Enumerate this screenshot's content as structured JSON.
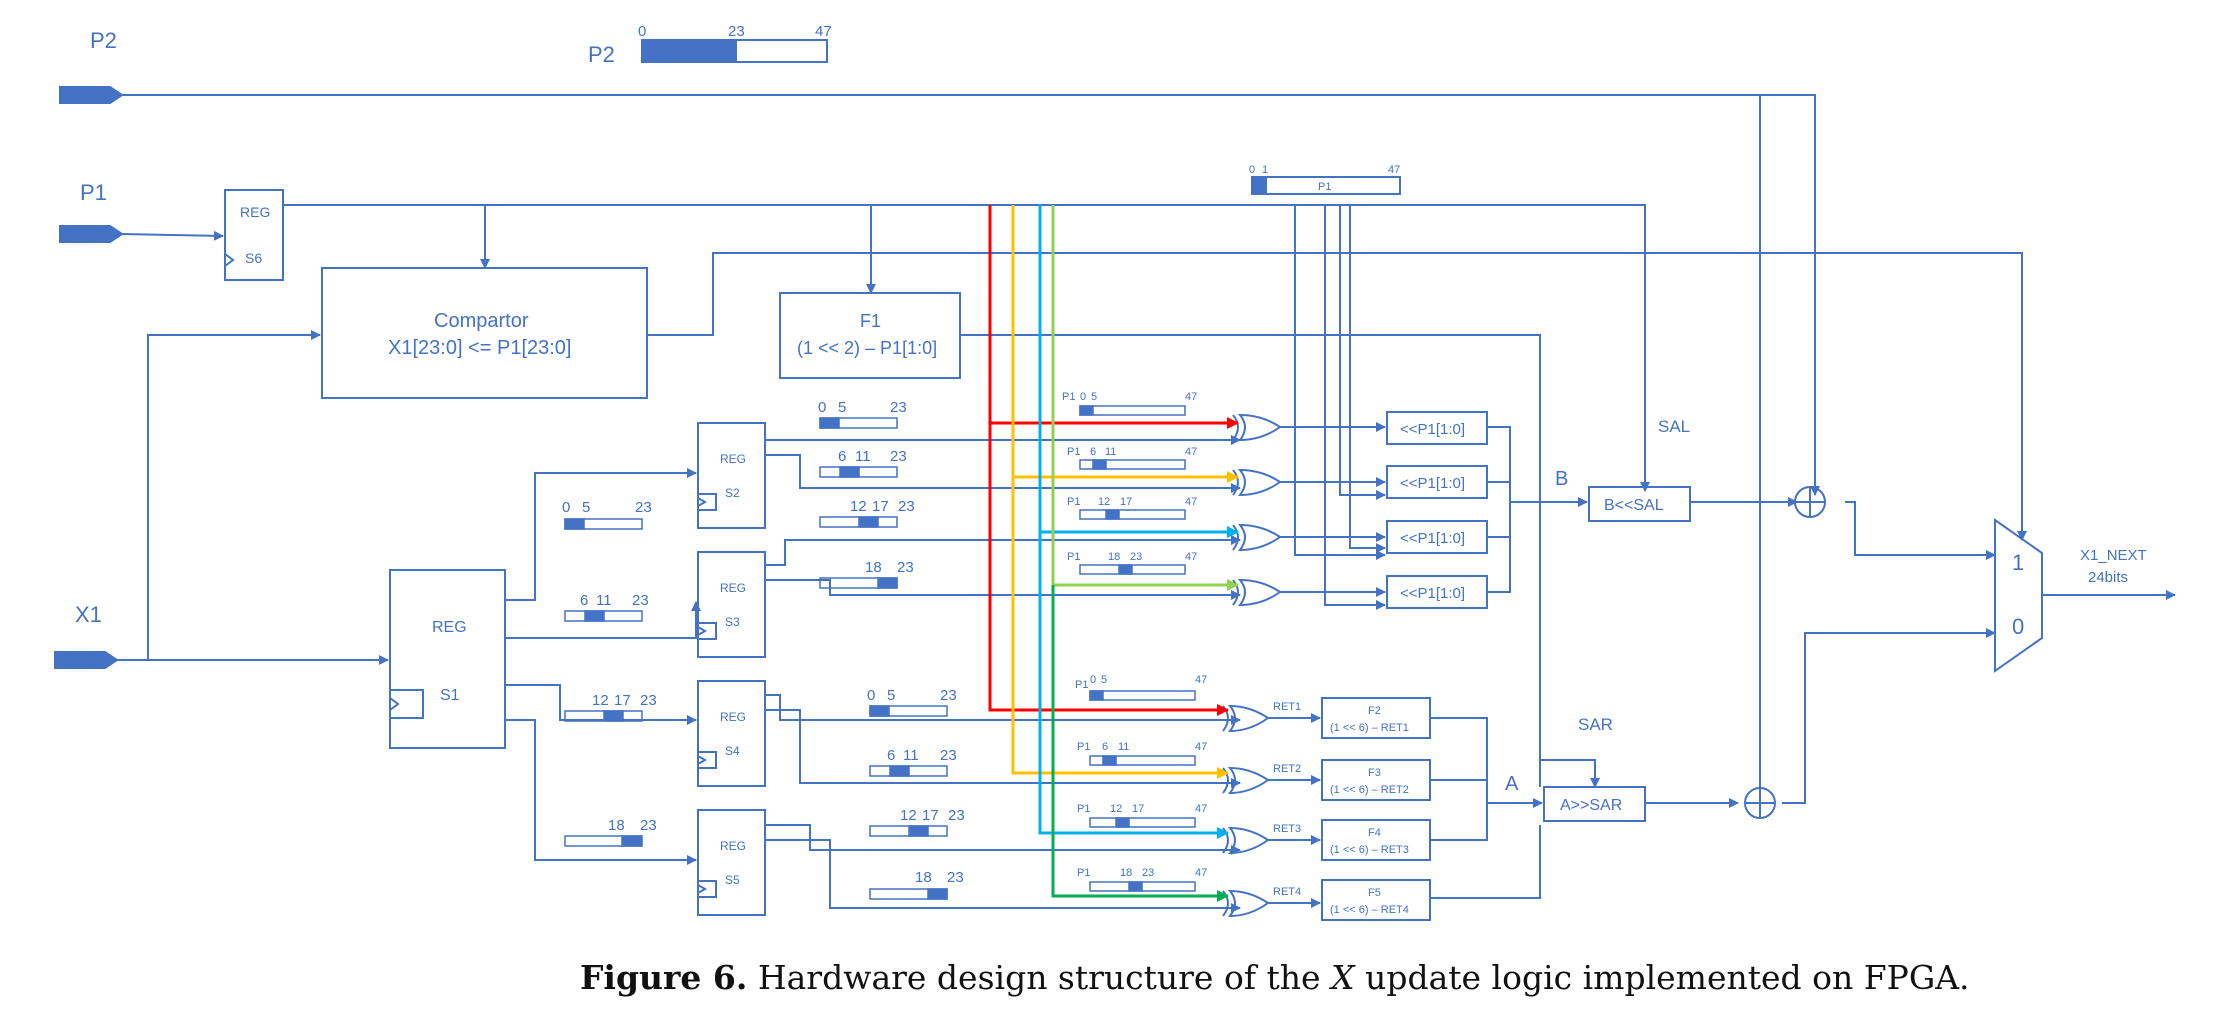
{
  "inputs": {
    "p2": "P2",
    "p1": "P1",
    "x1": "X1"
  },
  "regs": {
    "reg_label": "REG",
    "s6": "S6",
    "s1": "S1",
    "s2": "S2",
    "s3": "S3",
    "s4": "S4",
    "s5": "S5"
  },
  "comparator": {
    "line1": "Compartor",
    "line2": "X1[23:0] <= P1[23:0]"
  },
  "f1": {
    "line1": "F1",
    "line2": "(1 << 2) – P1[1:0]"
  },
  "p2_bus": {
    "label": "P2",
    "b0": "0",
    "b1": "23",
    "b2": "47"
  },
  "p1_bus": {
    "b0": "0",
    "b1": "1",
    "b2": "47",
    "label": "P1"
  },
  "bits": {
    "b0": "0",
    "b5": "5",
    "b6": "6",
    "b11": "11",
    "b12": "12",
    "b17": "17",
    "b18": "18",
    "b23": "23",
    "b47": "47",
    "p1": "P1"
  },
  "shift_left": "<<P1[1:0]",
  "f_blocks": [
    {
      "title": "F2",
      "expr": "(1 << 6)  –  RET1"
    },
    {
      "title": "F3",
      "expr": "(1 << 6)  –  RET2"
    },
    {
      "title": "F4",
      "expr": "(1 << 6)  –  RET3"
    },
    {
      "title": "F5",
      "expr": "(1 << 6)  –  RET4"
    }
  ],
  "ret": [
    "RET1",
    "RET2",
    "RET3",
    "RET4"
  ],
  "sal": "SAL",
  "sar": "SAR",
  "b_label": "B",
  "a_label": "A",
  "b_shift": "B<<SAL",
  "a_shift": "A>>SAR",
  "mux": {
    "in1": "1",
    "in0": "0"
  },
  "output": {
    "name": "X1_NEXT",
    "width": "24bits"
  },
  "caption": {
    "label": "Figure 6.",
    "pre": "Hardware design structure of the",
    "var": "X",
    "post": "update logic implemented on FPGA."
  },
  "colors": {
    "wire": "#4472C4",
    "red": "#FF0000",
    "yellow": "#FFC000",
    "cyan": "#00B0F0",
    "lightgreen": "#92D050",
    "green": "#00B050"
  }
}
